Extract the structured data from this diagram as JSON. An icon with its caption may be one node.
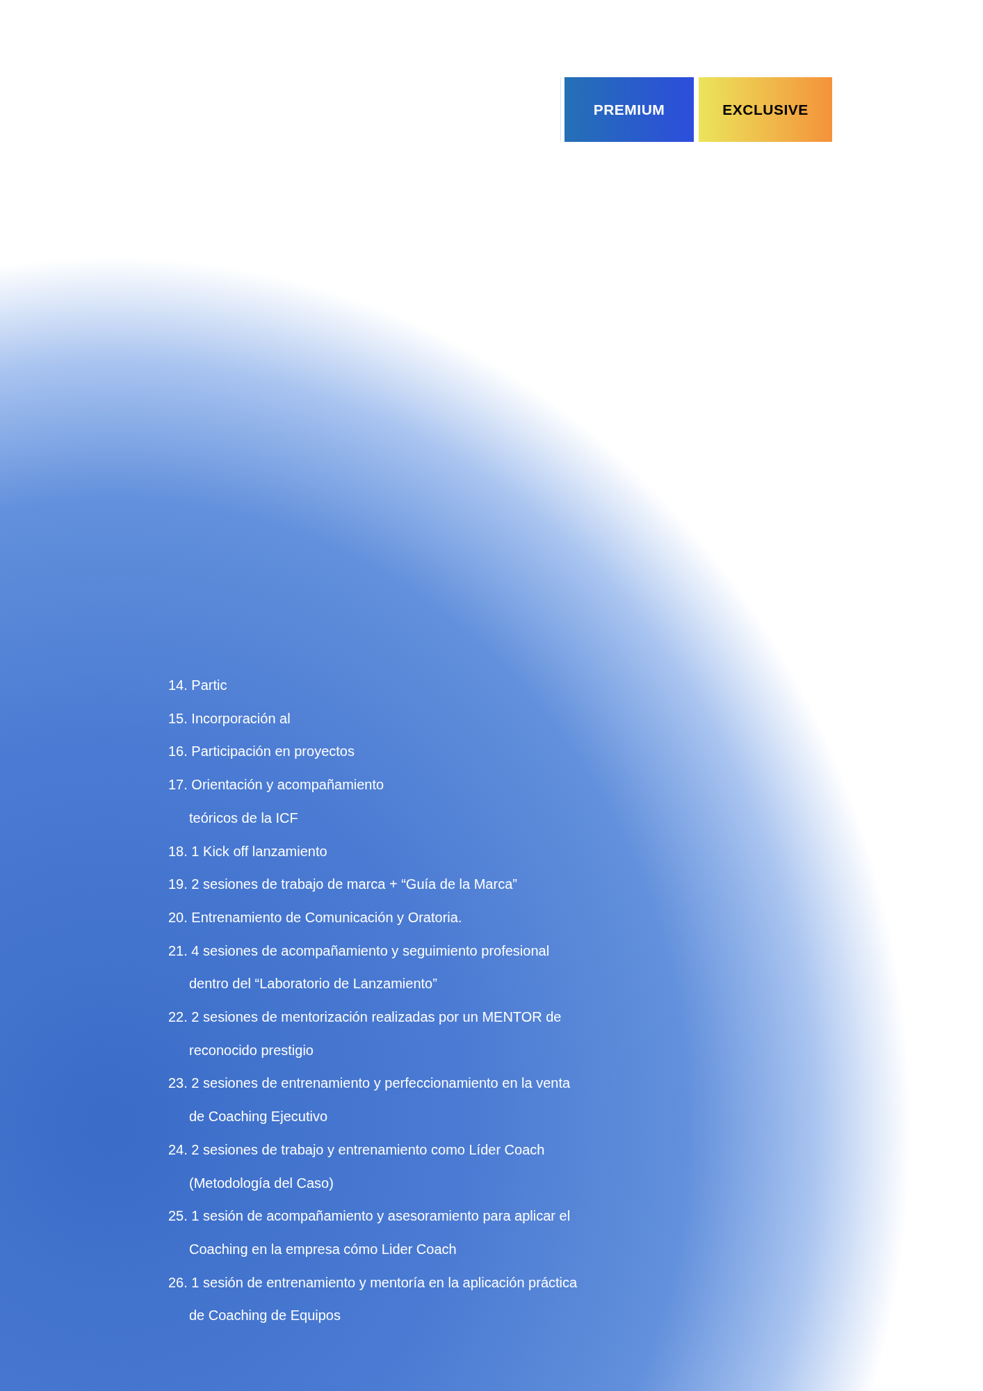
{
  "diagram": {
    "nodes": [
      {
        "text": [
          "PREMIUM"
        ]
      },
      {
        "text": [
          "EXCLUSIVE"
        ]
      }
    ],
    "labels": [
      "14. Partic",
      "15. Incorporación al",
      "16. Participación en proyectos",
      "17. Orientación y acompañamiento",
      "teóricos de la ICF",
      "18. 1 Kick off lanzamiento",
      "19. 2 sesiones de trabajo de marca + “Guía de la Marca”",
      "20. Entrenamiento de Comunicación y Oratoria.",
      "21. 4 sesiones de acompañamiento y seguimiento profesional dentro del “Laboratorio de Lanzamiento”",
      "22. 2 sesiones de mentorización realizadas por un MENTOR de reconocido prestigio",
      "23. 2 sesiones de entrenamiento y perfeccionamiento en la venta de Coaching Ejecutivo",
      "24. 2 sesiones de trabajo y entrenamiento como Líder Coach (Metodología del Caso)",
      "25. 1 sesión de acompañamiento y asesoramiento para aplicar el Coaching en la empresa cómo Lider Coach",
      "26. 1 sesión de entrenamiento y mentoría en la aplicación práctica de Coaching de Equipos"
    ]
  }
}
